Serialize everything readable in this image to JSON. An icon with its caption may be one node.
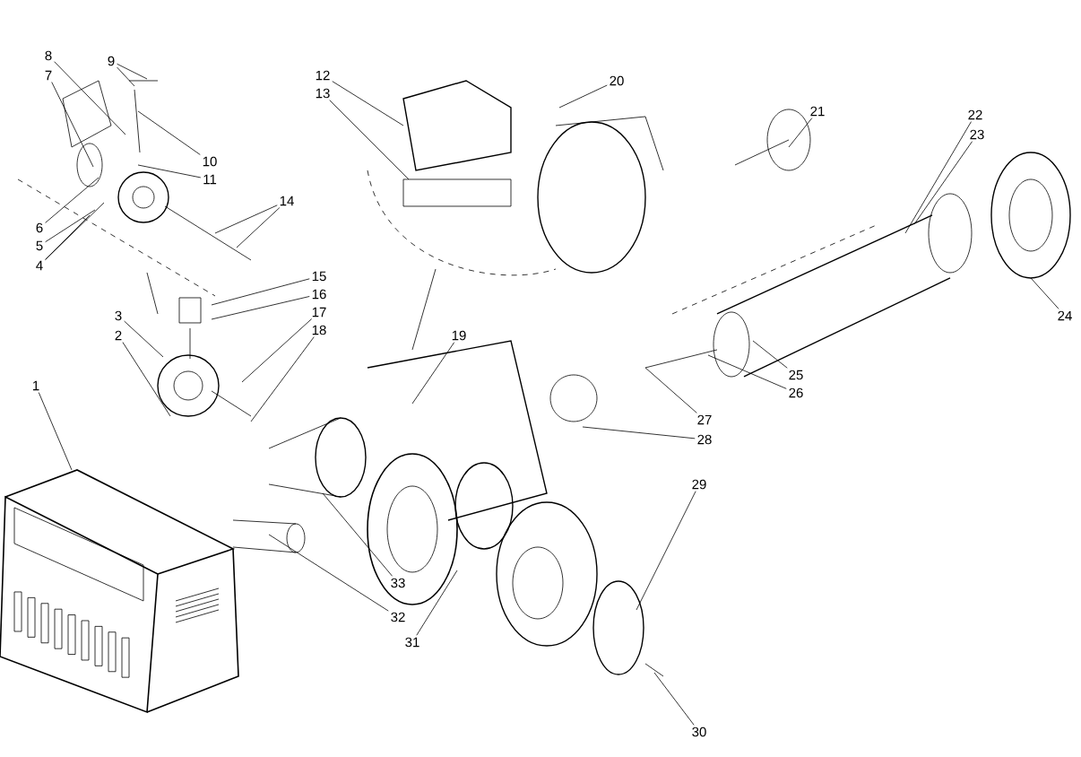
{
  "diagram": {
    "nodes": [
      {
        "text": [
          "1"
        ]
      },
      {
        "text": [
          "2"
        ]
      },
      {
        "text": [
          "3"
        ]
      },
      {
        "text": [
          "4"
        ]
      },
      {
        "text": [
          "5"
        ]
      },
      {
        "text": [
          "6"
        ]
      },
      {
        "text": [
          "7"
        ]
      },
      {
        "text": [
          "8"
        ]
      },
      {
        "text": [
          "9"
        ]
      },
      {
        "text": [
          "10"
        ]
      },
      {
        "text": [
          "11"
        ]
      },
      {
        "text": [
          "12"
        ]
      },
      {
        "text": [
          "13"
        ]
      },
      {
        "text": [
          "14"
        ]
      },
      {
        "text": [
          "15"
        ]
      },
      {
        "text": [
          "16"
        ]
      },
      {
        "text": [
          "17"
        ]
      },
      {
        "text": [
          "18"
        ]
      },
      {
        "text": [
          "19"
        ]
      },
      {
        "text": [
          "20"
        ]
      },
      {
        "text": [
          "21"
        ]
      },
      {
        "text": [
          "22"
        ]
      },
      {
        "text": [
          "23"
        ]
      },
      {
        "text": [
          "24"
        ]
      },
      {
        "text": [
          "25"
        ]
      },
      {
        "text": [
          "26"
        ]
      },
      {
        "text": [
          "27"
        ]
      },
      {
        "text": [
          "28"
        ]
      },
      {
        "text": [
          "29"
        ]
      },
      {
        "text": [
          "30"
        ]
      },
      {
        "text": [
          "31"
        ]
      },
      {
        "text": [
          "32"
        ]
      },
      {
        "text": [
          "33"
        ]
      }
    ],
    "edges": [
      {
        "from": 0,
        "to": null,
        "arrow": "none"
      },
      {
        "from": 1,
        "to": null,
        "arrow": "none"
      },
      {
        "from": 2,
        "to": null,
        "arrow": "none"
      },
      {
        "from": 3,
        "to": null,
        "arrow": "none"
      },
      {
        "from": 3,
        "to": null,
        "arrow": "none"
      },
      {
        "from": 4,
        "to": null,
        "arrow": "none"
      },
      {
        "from": 5,
        "to": null,
        "arrow": "none"
      },
      {
        "from": 6,
        "to": null,
        "arrow": "none"
      },
      {
        "from": 7,
        "to": null,
        "arrow": "none"
      },
      {
        "from": 8,
        "to": null,
        "arrow": "none"
      },
      {
        "from": 8,
        "to": null,
        "arrow": "none"
      },
      {
        "from": 9,
        "to": null,
        "arrow": "none"
      },
      {
        "from": 10,
        "to": null,
        "arrow": "none"
      },
      {
        "from": 11,
        "to": null,
        "arrow": "none"
      },
      {
        "from": 12,
        "to": null,
        "arrow": "none"
      },
      {
        "from": 13,
        "to": null,
        "arrow": "none"
      },
      {
        "from": 13,
        "to": null,
        "arrow": "none"
      },
      {
        "from": 14,
        "to": null,
        "arrow": "none"
      },
      {
        "from": 15,
        "to": null,
        "arrow": "none"
      },
      {
        "from": 16,
        "to": null,
        "arrow": "none"
      },
      {
        "from": 17,
        "to": null,
        "arrow": "none"
      },
      {
        "from": 18,
        "to": null,
        "arrow": "none"
      },
      {
        "from": 19,
        "to": null,
        "arrow": "none"
      },
      {
        "from": 20,
        "to": null,
        "arrow": "none"
      },
      {
        "from": 21,
        "to": null,
        "arrow": "none"
      },
      {
        "from": 22,
        "to": null,
        "arrow": "none"
      },
      {
        "from": 23,
        "to": null,
        "arrow": "none"
      },
      {
        "from": 24,
        "to": null,
        "arrow": "none"
      },
      {
        "from": 25,
        "to": null,
        "arrow": "none"
      },
      {
        "from": 26,
        "to": null,
        "arrow": "none"
      },
      {
        "from": 27,
        "to": null,
        "arrow": "none"
      },
      {
        "from": 28,
        "to": null,
        "arrow": "none"
      },
      {
        "from": 29,
        "to": null,
        "arrow": "none"
      },
      {
        "from": 30,
        "to": null,
        "arrow": "none"
      },
      {
        "from": 31,
        "to": null,
        "arrow": "none"
      },
      {
        "from": 32,
        "to": null,
        "arrow": "none"
      }
    ]
  }
}
